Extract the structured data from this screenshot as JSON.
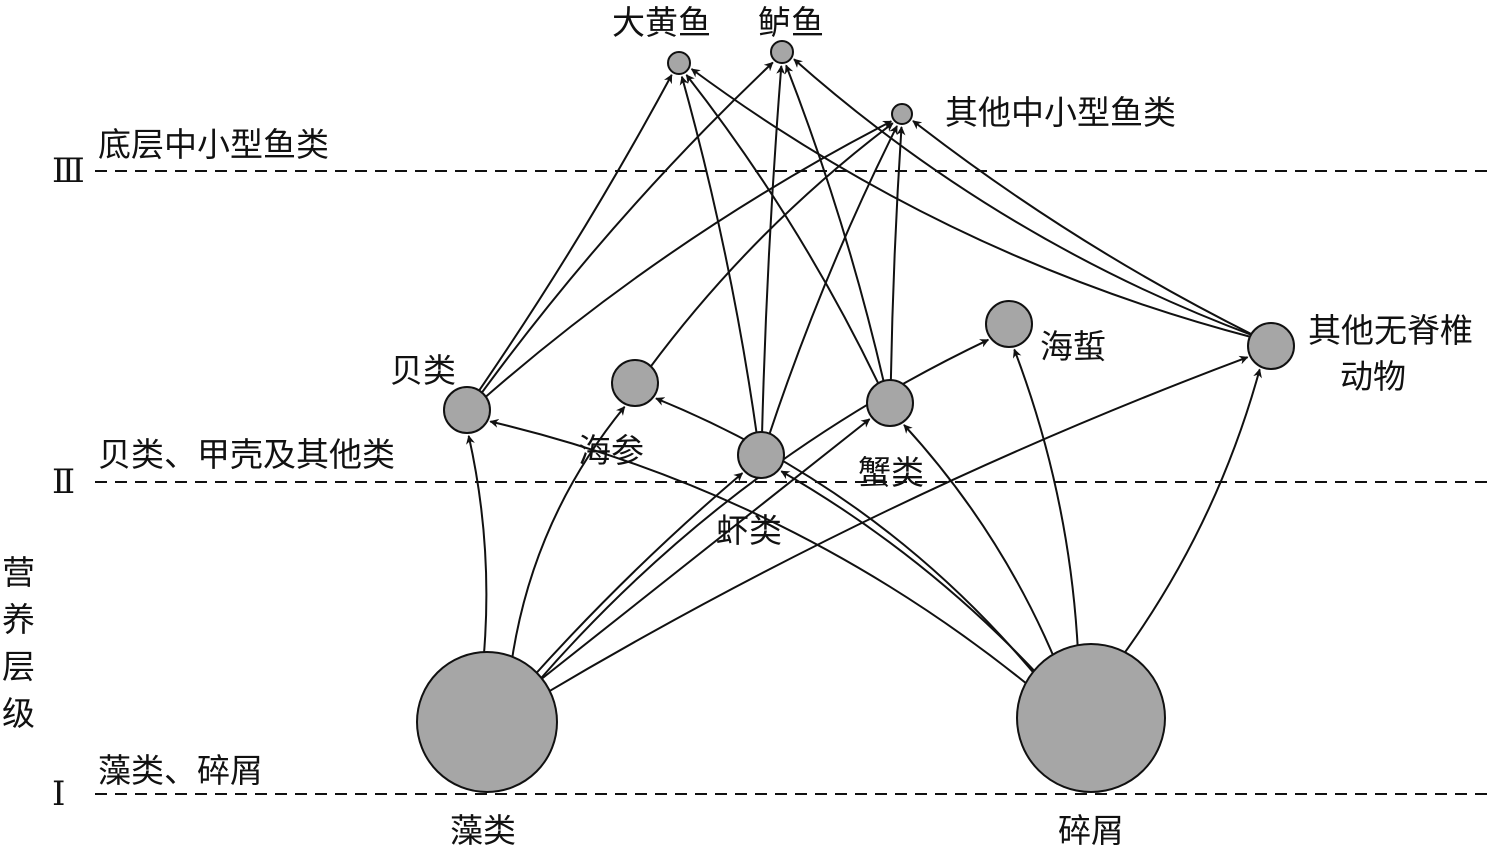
{
  "y_axis_label": [
    "营",
    "养",
    "层",
    "级"
  ],
  "levels": [
    {
      "id": "III",
      "roman": "Ⅲ",
      "label": "底层中小型鱼类"
    },
    {
      "id": "II",
      "roman": "Ⅱ",
      "label": "贝类、甲壳及其他类"
    },
    {
      "id": "I",
      "roman": "Ⅰ",
      "label": "藻类、碎屑"
    }
  ],
  "nodes": [
    {
      "id": "algae",
      "label": "藻类",
      "level": "I"
    },
    {
      "id": "detritus",
      "label": "碎屑",
      "level": "I"
    },
    {
      "id": "shellfish",
      "label": "贝类",
      "level": "II"
    },
    {
      "id": "seacucumber",
      "label": "海参",
      "level": "II"
    },
    {
      "id": "shrimp",
      "label": "虾类",
      "level": "II"
    },
    {
      "id": "crab",
      "label": "蟹类",
      "level": "II"
    },
    {
      "id": "seaworm",
      "label": "海蜇",
      "level": "II"
    },
    {
      "id": "otherinv",
      "label": "其他无脊椎\n动物",
      "level": "II"
    },
    {
      "id": "croaker",
      "label": "大黄鱼",
      "level": "III"
    },
    {
      "id": "perch",
      "label": "鲈鱼",
      "level": "III"
    },
    {
      "id": "otherfish",
      "label": "其他中小型鱼类",
      "level": "III"
    }
  ],
  "edges": [
    {
      "from": "algae",
      "to": "shellfish"
    },
    {
      "from": "algae",
      "to": "seacucumber"
    },
    {
      "from": "algae",
      "to": "shrimp"
    },
    {
      "from": "algae",
      "to": "seaworm"
    },
    {
      "from": "algae",
      "to": "otherinv"
    },
    {
      "from": "algae",
      "to": "crab"
    },
    {
      "from": "detritus",
      "to": "shellfish"
    },
    {
      "from": "detritus",
      "to": "seacucumber"
    },
    {
      "from": "detritus",
      "to": "shrimp"
    },
    {
      "from": "detritus",
      "to": "crab"
    },
    {
      "from": "detritus",
      "to": "seaworm"
    },
    {
      "from": "detritus",
      "to": "otherinv"
    },
    {
      "from": "shellfish",
      "to": "croaker"
    },
    {
      "from": "shellfish",
      "to": "perch"
    },
    {
      "from": "shellfish",
      "to": "otherfish"
    },
    {
      "from": "seacucumber",
      "to": "otherfish"
    },
    {
      "from": "shrimp",
      "to": "croaker"
    },
    {
      "from": "shrimp",
      "to": "perch"
    },
    {
      "from": "shrimp",
      "to": "otherfish"
    },
    {
      "from": "crab",
      "to": "croaker"
    },
    {
      "from": "crab",
      "to": "perch"
    },
    {
      "from": "crab",
      "to": "otherfish"
    },
    {
      "from": "otherinv",
      "to": "perch"
    },
    {
      "from": "otherinv",
      "to": "otherfish"
    },
    {
      "from": "otherinv",
      "to": "croaker"
    }
  ]
}
